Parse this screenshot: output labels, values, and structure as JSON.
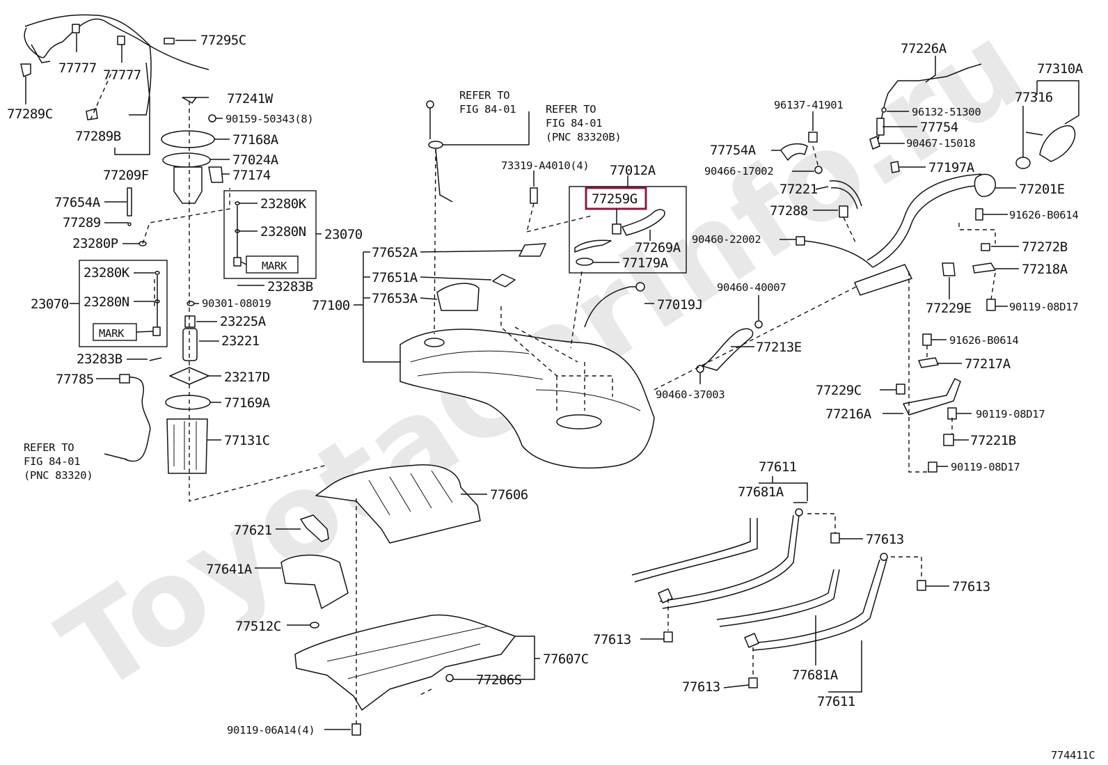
{
  "figure_code": "774411C",
  "watermark": "ToyotaCarInfo.ru",
  "highlighted_part": "77259G",
  "callouts": {
    "p77295C": "77295C",
    "p77777a": "77777",
    "p77777b": "77777",
    "p77289C": "77289C",
    "p77241W": "77241W",
    "p90159": "90159-50343(8)",
    "p77289B": "77289B",
    "p77168A": "77168A",
    "p77024A": "77024A",
    "p77209F": "77209F",
    "p77174": "77174",
    "p77654A": "77654A",
    "p77289": "77289",
    "p23280P": "23280P",
    "p23280K_a": "23280K",
    "p23280N_a": "23280N",
    "p23070_a": "23070",
    "p23280K_b": "23280K",
    "p23280N_b": "23280N",
    "p23070_b": "23070",
    "p23283B_a": "23283B",
    "p90301": "90301-08019",
    "p23225A": "23225A",
    "p23221": "23221",
    "p23283B_b": "23283B",
    "p23217D": "23217D",
    "p77785": "77785",
    "p77169A": "77169A",
    "p77131C": "77131C",
    "p73319": "73319-A4010(4)",
    "p77012A": "77012A",
    "p77259G": "77259G",
    "p77269A": "77269A",
    "p77179A": "77179A",
    "p77652A": "77652A",
    "p77651A": "77651A",
    "p77653A": "77653A",
    "p77100": "77100",
    "p77019J": "77019J",
    "p77606": "77606",
    "p77621": "77621",
    "p77641A": "77641A",
    "p77512C": "77512C",
    "p77607C": "77607C",
    "p77286S": "77286S",
    "p90119_06A14": "90119-06A14(4)",
    "p77226A": "77226A",
    "p96137": "96137-41901",
    "p96132": "96132-51300",
    "p77754": "77754",
    "p77754A": "77754A",
    "p90467": "90467-15018",
    "p90466": "90466-17002",
    "p77197A": "77197A",
    "p77221": "77221",
    "p77310A": "77310A",
    "p77316": "77316",
    "p77201E": "77201E",
    "p77288": "77288",
    "p91626_a": "91626-B0614",
    "p90460_22002": "90460-22002",
    "p77272B": "77272B",
    "p77218A": "77218A",
    "p90460_40007": "90460-40007",
    "p77229E": "77229E",
    "p90119_08D17_a": "90119-08D17",
    "p77213E": "77213E",
    "p91626_b": "91626-B0614",
    "p77217A": "77217A",
    "p90460_37003": "90460-37003",
    "p77229C": "77229C",
    "p77216A": "77216A",
    "p90119_08D17_b": "90119-08D17",
    "p77221B": "77221B",
    "p90119_08D17_c": "90119-08D17",
    "p77611_a": "77611",
    "p77681A_a": "77681A",
    "p77613_a": "77613",
    "p77613_b": "77613",
    "p77613_c": "77613",
    "p77613_d": "77613",
    "p77681A_b": "77681A",
    "p77611_b": "77611"
  },
  "refer_notes": {
    "top_center": [
      "REFER TO",
      "FIG 84-01"
    ],
    "top_right": [
      "REFER TO",
      "FIG 84-01",
      "(PNC 83320B)"
    ],
    "left": [
      "REFER TO",
      "FIG 84-01",
      "(PNC 83320)"
    ]
  },
  "mark_labels": {
    "upper": "MARK",
    "lower": "MARK"
  }
}
